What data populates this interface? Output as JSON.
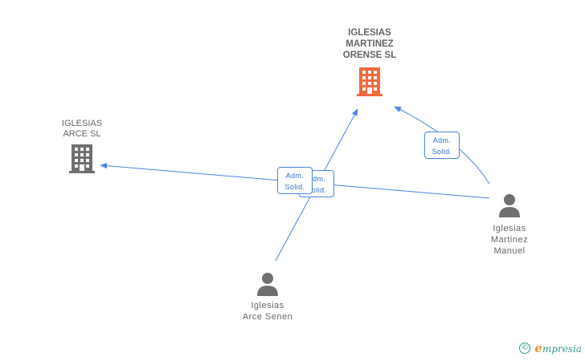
{
  "colors": {
    "main_company": "#f26a3c",
    "company": "#6f6f6f",
    "person": "#6f6f6f",
    "edge": "#4a86e0",
    "label_text": "#666666",
    "brand_teal": "#2e9c8f",
    "brand_orange": "#f0902a"
  },
  "nodes": {
    "main_company": {
      "label": "IGLESIAS MARTINEZ ORENSE SL",
      "line1": "IGLESIAS",
      "line2": "MARTINEZ",
      "line3": "ORENSE SL",
      "icon": "building-icon"
    },
    "company_arce": {
      "label": "IGLESIAS ARCE SL",
      "line1": "IGLESIAS",
      "line2": "ARCE SL",
      "icon": "building-icon"
    },
    "person_manuel": {
      "line1": "Iglesias",
      "line2": "Martinez",
      "line3": "Manuel",
      "icon": "person-icon"
    },
    "person_senen": {
      "line1": "Iglesias",
      "line2": "Arce Senen",
      "icon": "person-icon"
    }
  },
  "edges": [
    {
      "from": "person_manuel",
      "to": "main_company",
      "role_line1": "Adm.",
      "role_line2": "Solid."
    },
    {
      "from": "person_manuel",
      "to": "company_arce",
      "role_line1": "Adm.",
      "role_line2": "Solid."
    },
    {
      "from": "person_senen",
      "to": "main_company",
      "role_line1": "Adm.",
      "role_line2": "Solid."
    }
  ],
  "footer": {
    "copyright_symbol": "©",
    "brand_initial": "e",
    "brand_rest": "mpresia"
  }
}
